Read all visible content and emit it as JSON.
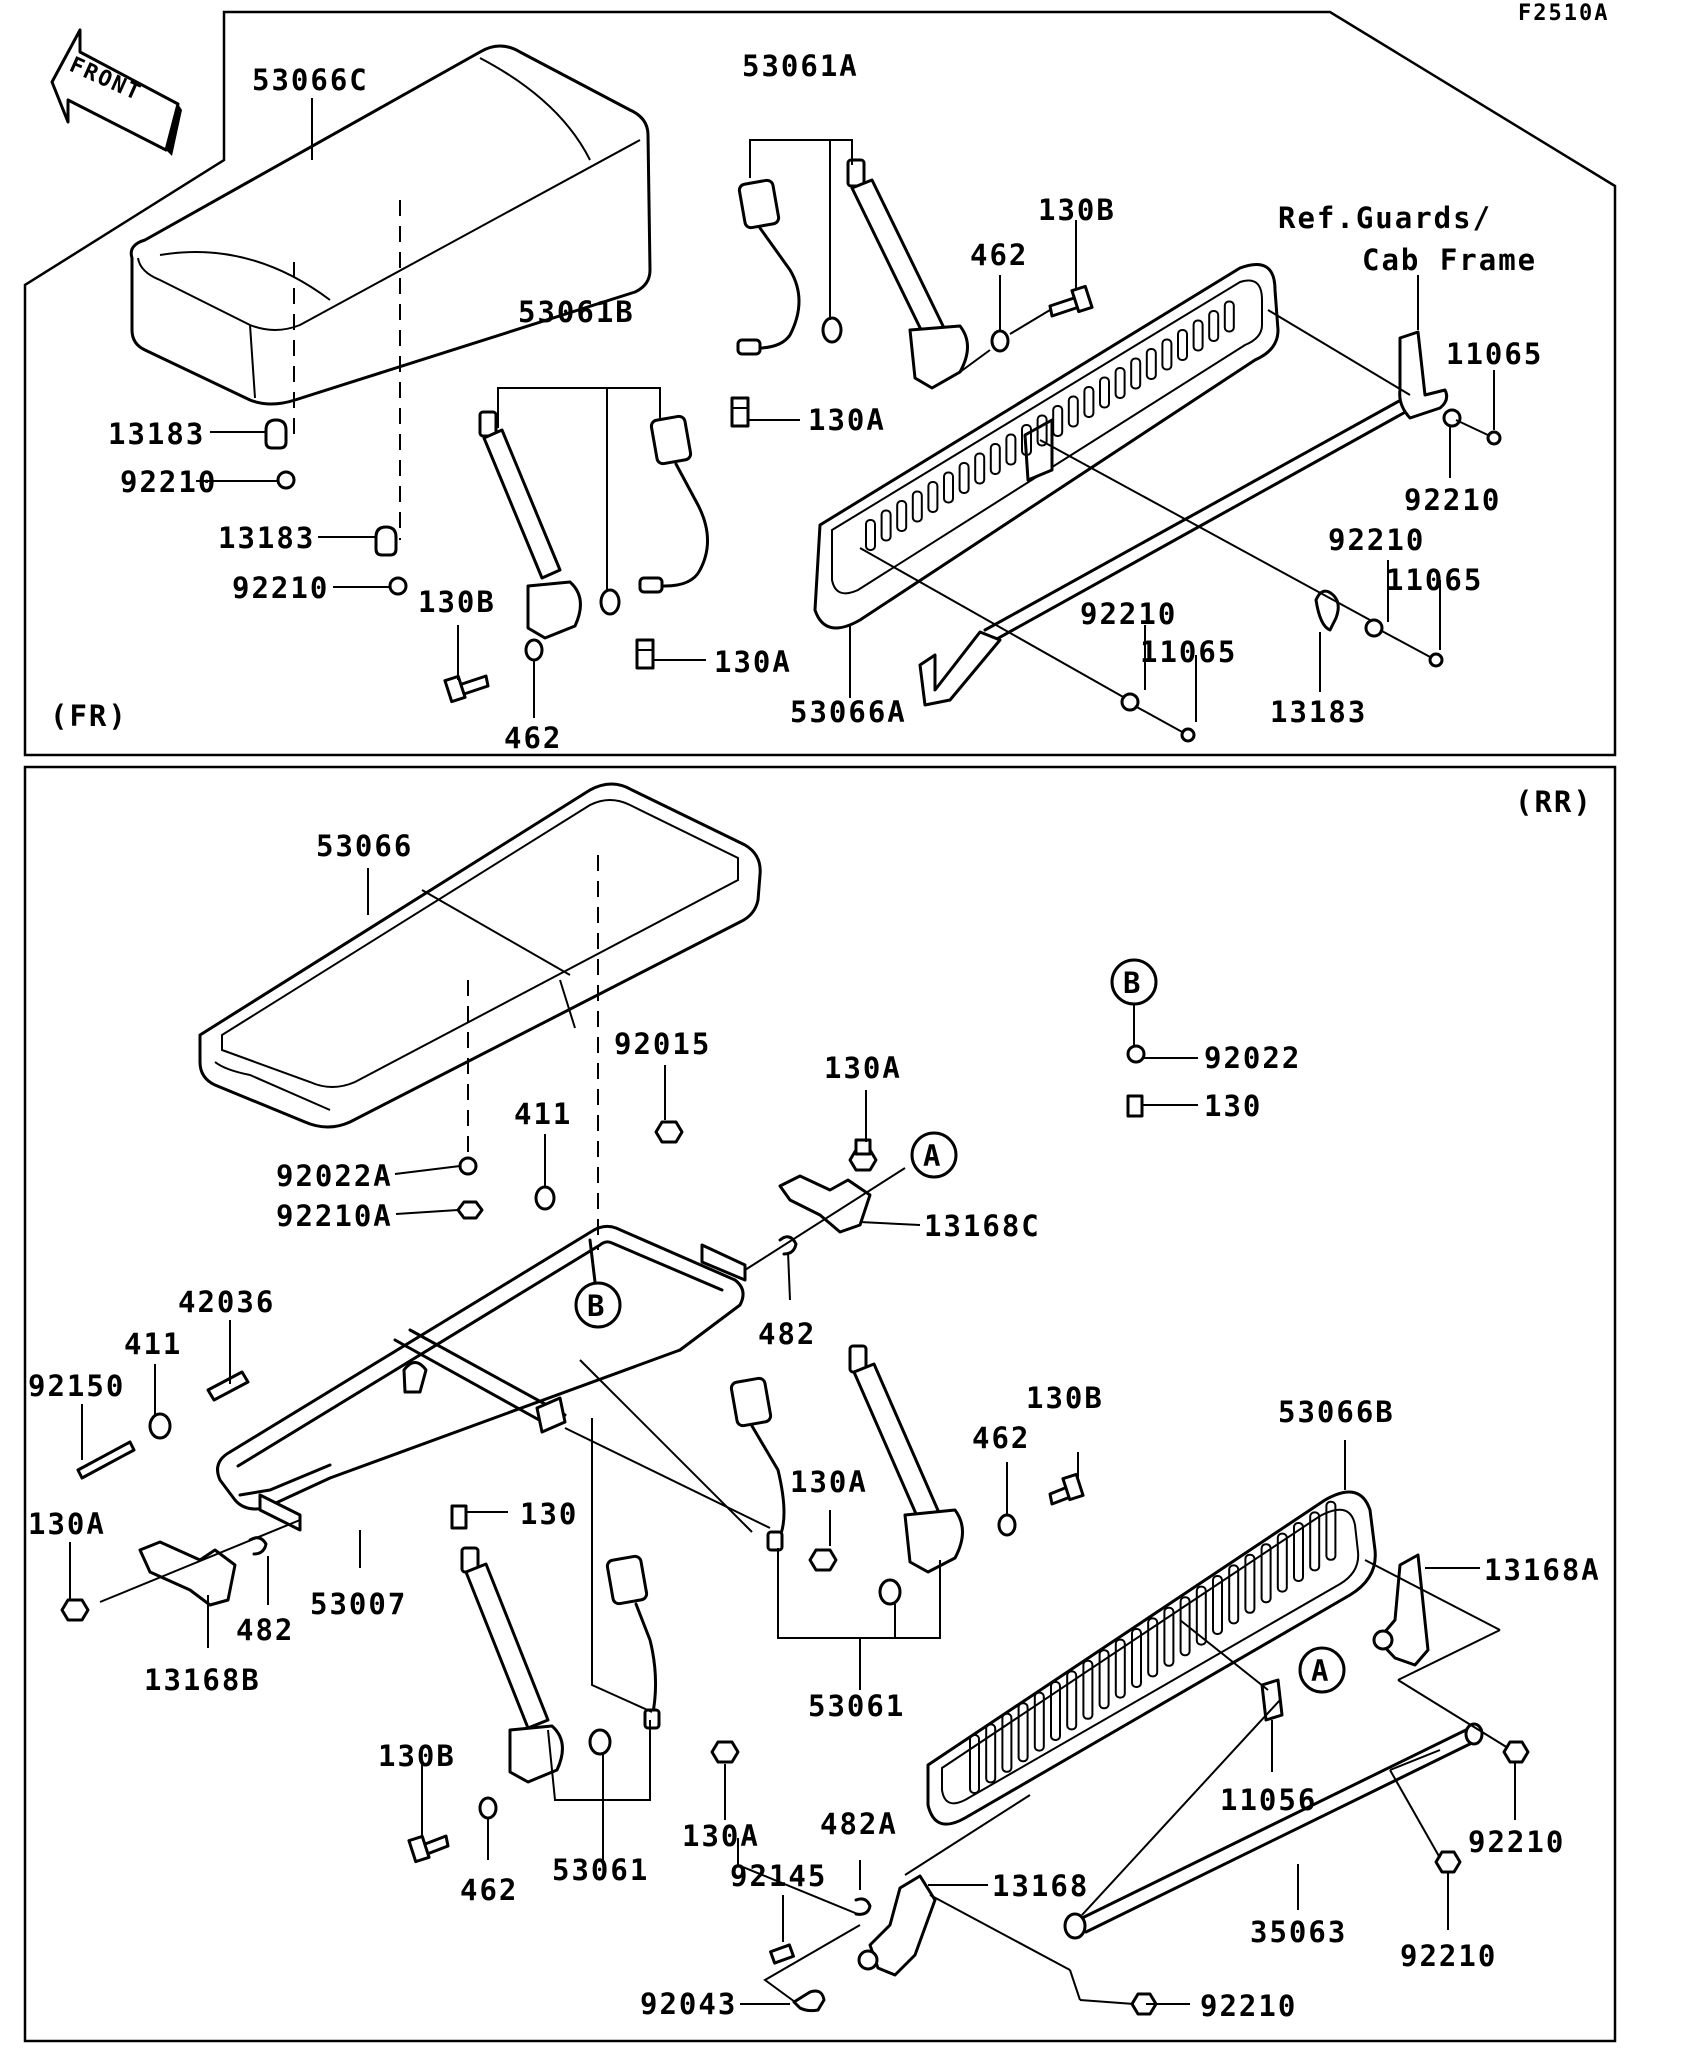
{
  "diagram_code": "F2510A",
  "front_arrow": "FRONT",
  "sections": {
    "front": "(FR)",
    "rear": "(RR)"
  },
  "callouts": {
    "a": "A",
    "b": "B"
  },
  "labels": {
    "p53066C": "53066C",
    "p53061A": "53061A",
    "p130B_1": "130B",
    "p462_1": "462",
    "ref_line1": "Ref.Guards/",
    "ref_line2": "Cab Frame",
    "p11065_1": "11065",
    "p92210_1": "92210",
    "p53061B": "53061B",
    "p130A_1": "130A",
    "p13183_1": "13183",
    "p92210_2": "92210",
    "p13183_2": "13183",
    "p92210_3": "92210",
    "p130B_2": "130B",
    "p130A_2": "130A",
    "p462_2": "462",
    "p53066A": "53066A",
    "p92210_4": "92210",
    "p11065_2": "11065",
    "p92210_5": "92210",
    "p11065_3": "11065",
    "p13183_3": "13183",
    "p53066": "53066",
    "p92015": "92015",
    "p130A_3": "130A",
    "p92022": "92022",
    "p130_1": "130",
    "p411_1": "411",
    "p92022A": "92022A",
    "p92210A": "92210A",
    "p13168C": "13168C",
    "p482_1": "482",
    "p42036": "42036",
    "p411_2": "411",
    "p92150": "92150",
    "p130_2": "130",
    "p130B_3": "130B",
    "p462_3": "462",
    "p53066B": "53066B",
    "p130A_4": "130A",
    "p130A_5": "130A",
    "p482_2": "482",
    "p53007": "53007",
    "p13168B": "13168B",
    "p13168A": "13168A",
    "p53061_1": "53061",
    "p11056": "11056",
    "p130B_4": "130B",
    "p462_4": "462",
    "p53061_2": "53061",
    "p130A_6": "130A",
    "p482A": "482A",
    "p92145": "92145",
    "p13168": "13168",
    "p92210_6": "92210",
    "p35063": "35063",
    "p92210_7": "92210",
    "p92043": "92043",
    "p92210_8": "92210"
  }
}
